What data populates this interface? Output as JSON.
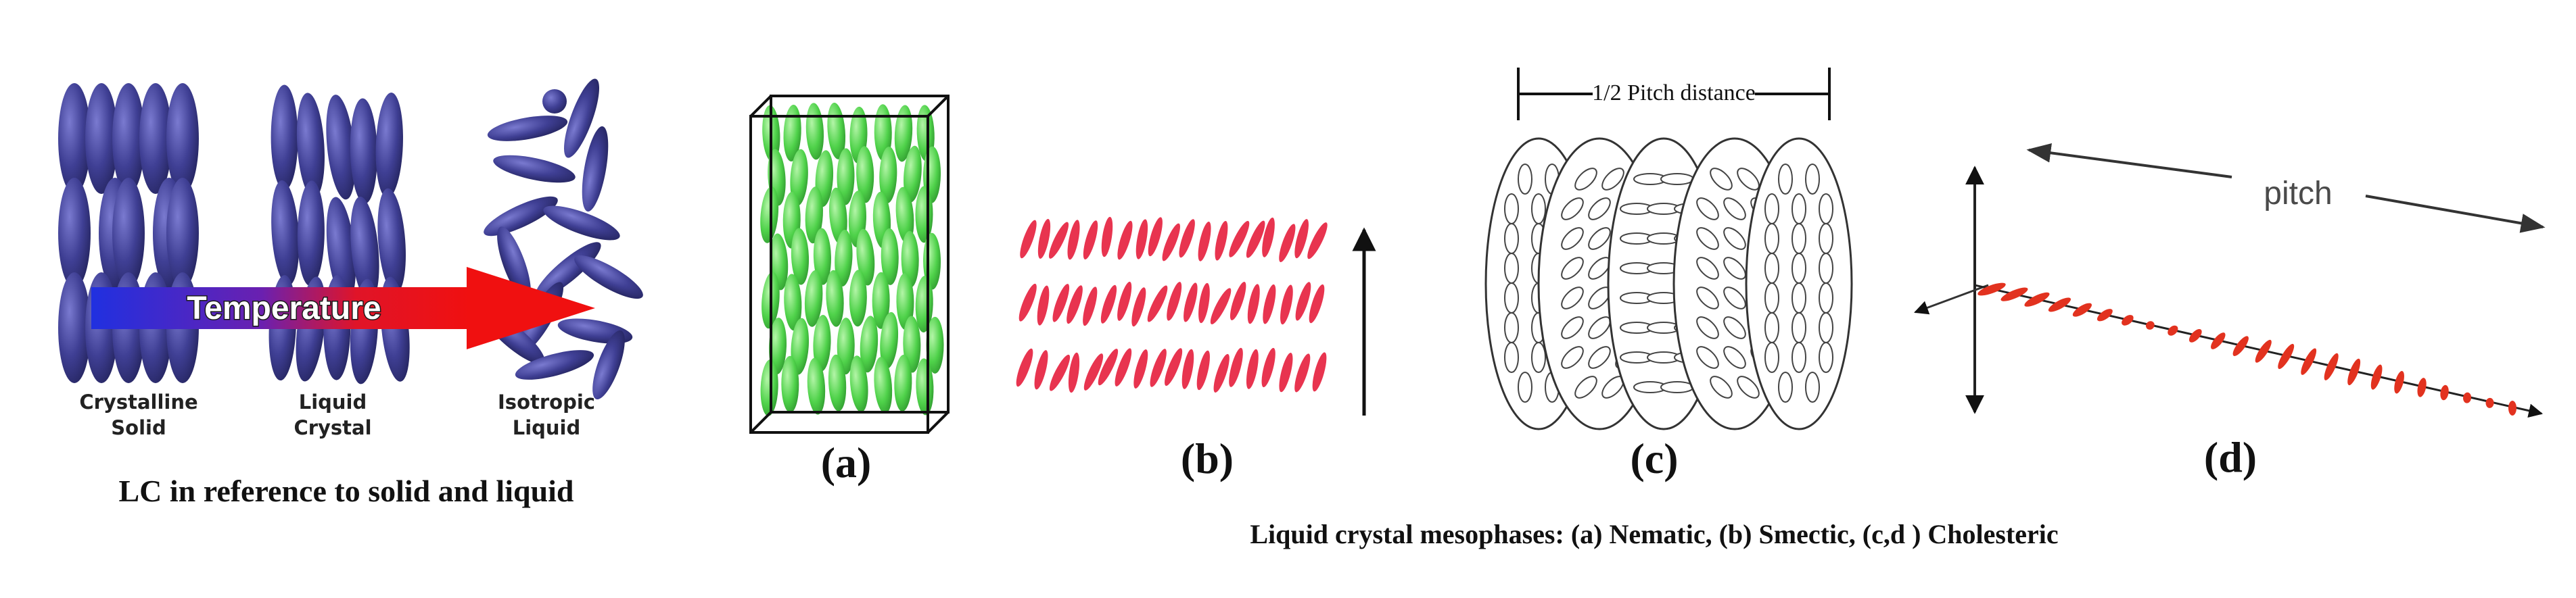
{
  "panel_lc": {
    "arrow_label": "Temperature",
    "states": [
      {
        "line1": "Crystalline",
        "line2": "Solid"
      },
      {
        "line1": "Liquid",
        "line2": "Crystal"
      },
      {
        "line1": "Isotropic",
        "line2": "Liquid"
      }
    ],
    "caption": "LC in reference to solid and liquid"
  },
  "panel_a": {
    "label": "(a)"
  },
  "panel_b": {
    "label": "(b)"
  },
  "panel_c": {
    "label": "(c)",
    "pitch_label": "1/2 Pitch  distance"
  },
  "panel_d": {
    "label": "(d)",
    "pitch_label": "pitch"
  },
  "caption": "Liquid crystal mesophases: (a) Nematic, (b) Smectic, (c,d ) Cholesteric",
  "colors": {
    "rod_blue": "#3f3f94",
    "rod_green": "#4fd24a",
    "rod_pink": "#e8344f",
    "rod_red": "#e2321f",
    "arrow_blue": "#2030e0",
    "arrow_red": "#f01010",
    "ink": "#111111"
  }
}
